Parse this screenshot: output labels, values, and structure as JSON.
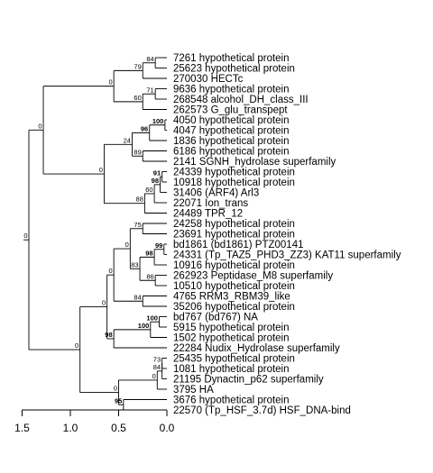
{
  "tree": {
    "leaves": [
      "7261 hypothetical protein",
      "25623 hypothetical protein",
      "270030 HECTc",
      "9636 hypothetical protein",
      "268548 alcohol_DH_class_III",
      "262573 G_glu_transpept",
      "4050 hypothetical protein",
      "4047 hypothetical protein",
      "1836 hypothetical protein",
      "6186 hypothetical protein",
      "2141 SGNH_hydrolase superfamily",
      "24339 hypothetical protein",
      "10918 hypothetical protein",
      "31406 (ARF4) Arl3",
      "22071 Ion_trans",
      "24489 TPR_12",
      "24258 hypothetical protein",
      "23691 hypothetical protein",
      "bd1861 (bd1861) PTZ00141",
      "24331 (Tp_TAZ5_PHD3_ZZ3) KAT11 superfamily",
      "10916 hypothetical protein",
      "262923 Peptidase_M8 superfamily",
      "10510 hypothetical protein",
      "4765 RRM3_RBM39_like",
      "35206 hypothetical protein",
      "bd767 (bd767) NA",
      "5915 hypothetical protein",
      "1502 hypothetical protein",
      "22284 Nudix_Hydrolase superfamily",
      "25435 hypothetical protein",
      "1081 hypothetical protein",
      "21195 Dynactin_p62 superfamily",
      "3795 HA",
      "3676 hypothetical protein",
      "22570 (Tp_HSF_3.7d) HSF_DNA-bind"
    ],
    "nodes": [
      {
        "id": "n1",
        "children": [
          "L0",
          "L1"
        ],
        "depth": 0.12,
        "support": "84",
        "bold": false
      },
      {
        "id": "n2",
        "children": [
          "n1",
          "L2"
        ],
        "depth": 0.25,
        "support": "79",
        "bold": false
      },
      {
        "id": "n3",
        "children": [
          "L3",
          "L4"
        ],
        "depth": 0.12,
        "support": "71",
        "bold": false
      },
      {
        "id": "n4",
        "children": [
          "n3",
          "L5"
        ],
        "depth": 0.25,
        "support": "60",
        "bold": false
      },
      {
        "id": "n5",
        "children": [
          "n2",
          "n4"
        ],
        "depth": 0.55,
        "support": "0",
        "bold": false
      },
      {
        "id": "n6",
        "children": [
          "L6",
          "L7"
        ],
        "depth": 0.02,
        "support": "100",
        "bold": true
      },
      {
        "id": "n7",
        "children": [
          "n6",
          "L8"
        ],
        "depth": 0.18,
        "support": "96",
        "bold": true
      },
      {
        "id": "n8",
        "children": [
          "L9",
          "L10"
        ],
        "depth": 0.25,
        "support": "89",
        "bold": false
      },
      {
        "id": "n9",
        "children": [
          "n7",
          "n8"
        ],
        "depth": 0.36,
        "support": "24",
        "bold": false
      },
      {
        "id": "n10",
        "children": [
          "L11",
          "L12"
        ],
        "depth": 0.05,
        "support": "91",
        "bold": true
      },
      {
        "id": "n11",
        "children": [
          "n10",
          "L13"
        ],
        "depth": 0.07,
        "support": "98",
        "bold": true
      },
      {
        "id": "n12",
        "children": [
          "n11",
          "L14"
        ],
        "depth": 0.13,
        "support": "60",
        "bold": false
      },
      {
        "id": "n13",
        "children": [
          "n12",
          "L15"
        ],
        "depth": 0.23,
        "support": "88",
        "bold": false
      },
      {
        "id": "n14",
        "children": [
          "n9",
          "n13"
        ],
        "depth": 0.65,
        "support": "0",
        "bold": false
      },
      {
        "id": "n15",
        "children": [
          "n5",
          "n14"
        ],
        "depth": 1.28,
        "support": "0",
        "bold": false
      },
      {
        "id": "n16",
        "children": [
          "L16",
          "L17"
        ],
        "depth": 0.25,
        "support": "75",
        "bold": false
      },
      {
        "id": "n17",
        "children": [
          "L18",
          "L19"
        ],
        "depth": 0.03,
        "support": "99",
        "bold": true
      },
      {
        "id": "n18",
        "children": [
          "n17",
          "L20"
        ],
        "depth": 0.13,
        "support": "98",
        "bold": true
      },
      {
        "id": "n19",
        "children": [
          "L21",
          "L22"
        ],
        "depth": 0.12,
        "support": "86",
        "bold": false
      },
      {
        "id": "n20",
        "children": [
          "n18",
          "n19"
        ],
        "depth": 0.28,
        "support": "83",
        "bold": false
      },
      {
        "id": "n21",
        "children": [
          "n16",
          "n20"
        ],
        "depth": 0.38,
        "support": "0",
        "bold": false
      },
      {
        "id": "n22",
        "children": [
          "L23",
          "L24"
        ],
        "depth": 0.25,
        "support": "84",
        "bold": false
      },
      {
        "id": "n23",
        "children": [
          "n21",
          "n22"
        ],
        "depth": 0.55,
        "support": "0",
        "bold": false
      },
      {
        "id": "n24",
        "children": [
          "L25",
          "L26"
        ],
        "depth": 0.08,
        "support": "100",
        "bold": true
      },
      {
        "id": "n25",
        "children": [
          "n24",
          "L27"
        ],
        "depth": 0.17,
        "support": "100",
        "bold": true
      },
      {
        "id": "n26",
        "children": [
          "n25",
          "L28"
        ],
        "depth": 0.55,
        "support": "98",
        "bold": true
      },
      {
        "id": "n27",
        "children": [
          "n23",
          "n26"
        ],
        "depth": 0.62,
        "support": "0",
        "bold": false
      },
      {
        "id": "n28",
        "children": [
          "L29",
          "L30"
        ],
        "depth": 0.05,
        "support": "73",
        "bold": false
      },
      {
        "id": "n29",
        "children": [
          "n28",
          "L31"
        ],
        "depth": 0.05,
        "support": "84",
        "bold": false
      },
      {
        "id": "n30",
        "children": [
          "n29",
          "L32"
        ],
        "depth": 0.1,
        "support": "0",
        "bold": false
      },
      {
        "id": "n31",
        "children": [
          "L33",
          "L34"
        ],
        "depth": 0.45,
        "support": "95",
        "bold": true
      },
      {
        "id": "n32",
        "children": [
          "n30",
          "n31"
        ],
        "depth": 0.5,
        "support": "0",
        "bold": false
      },
      {
        "id": "n33",
        "children": [
          "n27",
          "n32"
        ],
        "depth": 0.9,
        "support": "0",
        "bold": false
      },
      {
        "id": "n34",
        "children": [
          "n15",
          "n33"
        ],
        "depth": 1.43,
        "support": "0",
        "bold": false
      }
    ],
    "root": "n34"
  },
  "axis": {
    "ticks": [
      1.5,
      1.0,
      0.5,
      0.0
    ],
    "tick_labels": [
      "1.5",
      "1.0",
      "0.5",
      "0.0"
    ]
  }
}
